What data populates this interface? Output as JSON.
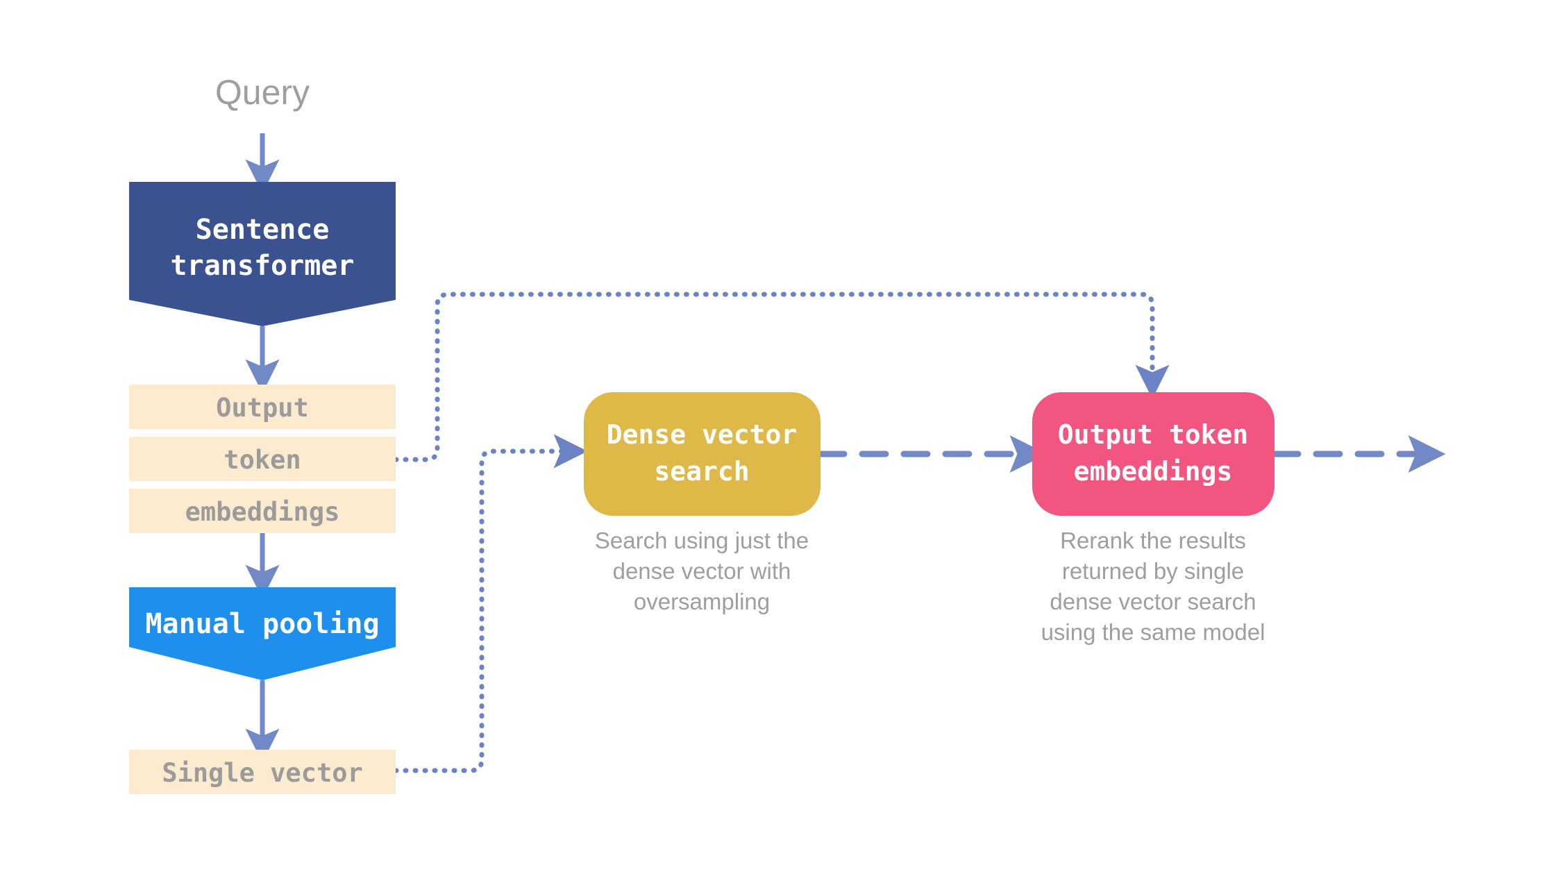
{
  "diagram": {
    "title_text": "Query",
    "nodes": {
      "query": {
        "label": "Query",
        "color": "#9e9e9e",
        "shape": "text"
      },
      "sentence_transformer": {
        "label_line1": "Sentence",
        "label_line2": "transformer",
        "color": "#3b5291",
        "text_color": "#ffffff",
        "shape": "pentagon-down"
      },
      "output_token_embeddings_stack": {
        "items": [
          "Output",
          "token",
          "embeddings"
        ],
        "color": "#fdebcf",
        "text_color": "#9b9b9b",
        "shape": "rect-stack"
      },
      "manual_pooling": {
        "label": "Manual pooling",
        "color": "#1f8fee",
        "text_color": "#ffffff",
        "shape": "pentagon-down"
      },
      "single_vector": {
        "label": "Single vector",
        "color": "#fdebcf",
        "text_color": "#9b9b9b",
        "shape": "rect"
      },
      "dense_vector_search": {
        "label_line1": "Dense vector",
        "label_line2": "search",
        "color": "#deb948",
        "text_color": "#ffffff",
        "shape": "rounded-rect",
        "caption": [
          "Search using just the",
          "dense vector with",
          "oversampling"
        ],
        "caption_color": "#9e9e9e"
      },
      "output_token_embeddings": {
        "label_line1": "Output token",
        "label_line2": "embeddings",
        "color": "#f2557f",
        "text_color": "#ffffff",
        "shape": "rounded-rect",
        "caption": [
          "Rerank the results",
          "returned by single",
          "dense vector search",
          "using the same model"
        ],
        "caption_color": "#9e9e9e"
      }
    },
    "connectors": {
      "arrow_color": "#7189c7",
      "dotted_color": "#6b82c4",
      "edges": [
        {
          "name": "query-to-sentence-transformer",
          "style": "solid-arrow"
        },
        {
          "name": "sentence-transformer-to-output-stack",
          "style": "solid-arrow"
        },
        {
          "name": "output-stack-to-manual-pooling",
          "style": "solid-arrow"
        },
        {
          "name": "manual-pooling-to-single-vector",
          "style": "solid-arrow"
        },
        {
          "name": "token-to-output-token-embeddings",
          "style": "dotted-arrow"
        },
        {
          "name": "single-vector-to-dense-vector-search",
          "style": "dotted-arrow"
        },
        {
          "name": "dense-vector-search-to-output-token-embeddings",
          "style": "dashed-arrow"
        },
        {
          "name": "output-token-embeddings-to-results",
          "style": "dashed-arrow"
        }
      ]
    }
  }
}
